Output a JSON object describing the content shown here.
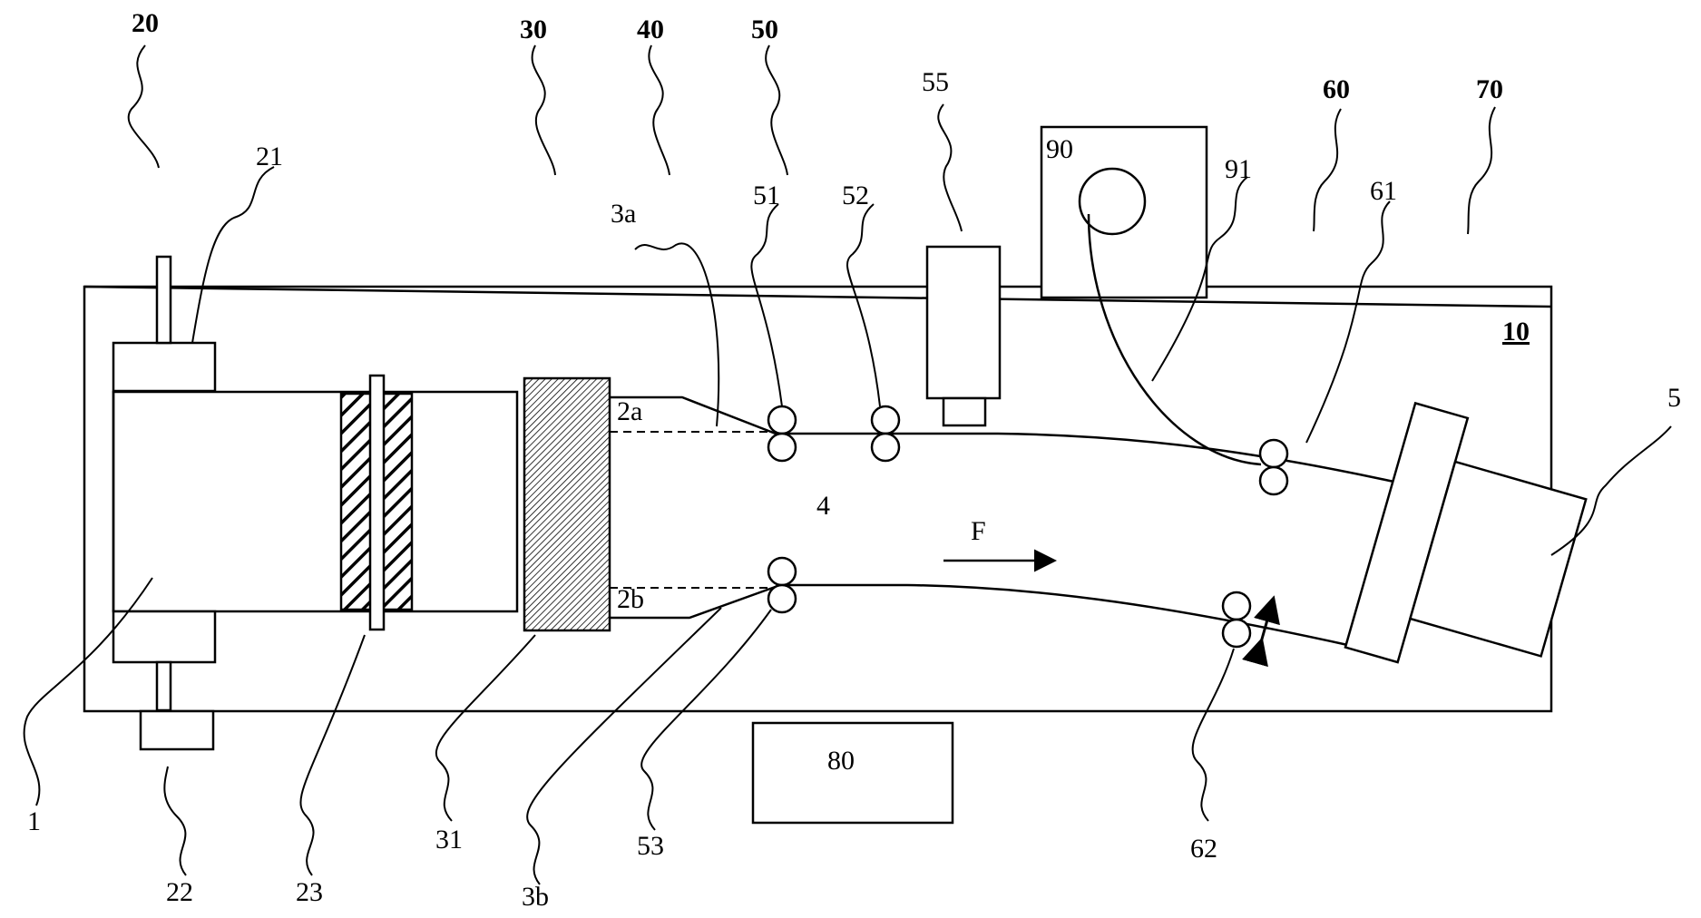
{
  "figure": {
    "labels": {
      "apparatus": "10",
      "unit_20": "20",
      "unit_30": "30",
      "unit_40": "40",
      "unit_50": "50",
      "unit_60": "60",
      "unit_70": "70",
      "item_1": "1",
      "item_21": "21",
      "item_22": "22",
      "item_23": "23",
      "item_31": "31",
      "item_3a": "3a",
      "item_3b": "3b",
      "item_2a": "2a",
      "item_2b": "2b",
      "item_4": "4",
      "item_5": "5",
      "item_51": "51",
      "item_52": "52",
      "item_53": "53",
      "item_55": "55",
      "item_61": "61",
      "item_62": "62",
      "item_80": "80",
      "item_90": "90",
      "item_91": "91",
      "flow": "F"
    }
  }
}
